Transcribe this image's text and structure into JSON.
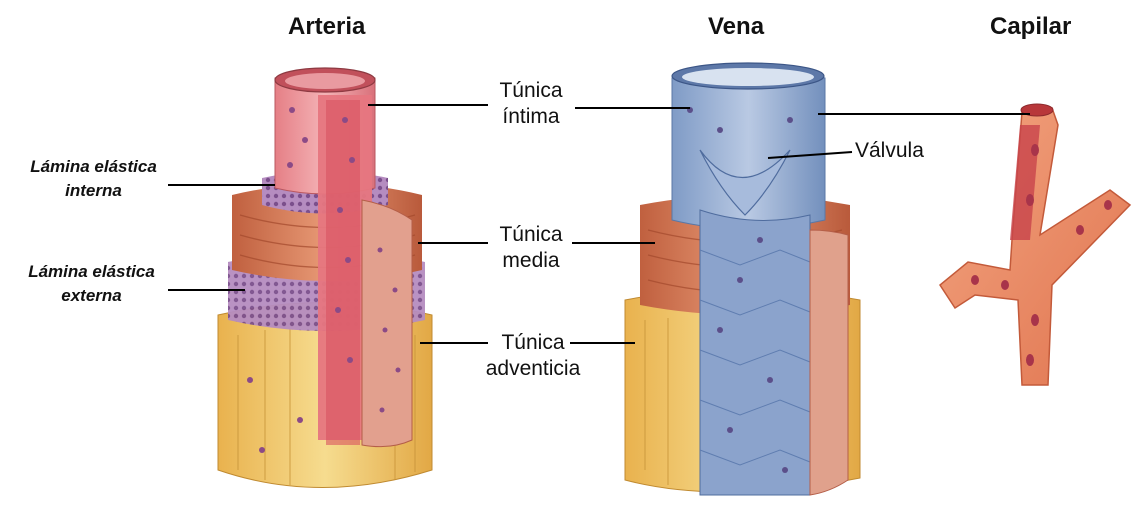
{
  "titles": {
    "artery": "Arteria",
    "vein": "Vena",
    "capillary": "Capilar"
  },
  "labels": {
    "tunica_intima": [
      "Túnica",
      "íntima"
    ],
    "tunica_media": [
      "Túnica",
      "media"
    ],
    "tunica_adventitia": [
      "Túnica",
      "adventicia"
    ],
    "valve": "Válvula",
    "internal_elastic_lamina": [
      "Lámina elástica",
      "interna"
    ],
    "external_elastic_lamina": [
      "Lámina elástica",
      "externa"
    ]
  },
  "colors": {
    "intima_artery": "#e58a8f",
    "media": "#c9704f",
    "adventitia": "#efc56a",
    "elastic_lamina": "#9a6aa6",
    "vein_intima": "#8aa6cf",
    "capillary": "#ef8e6a",
    "nucleus": "#8b4a86"
  }
}
